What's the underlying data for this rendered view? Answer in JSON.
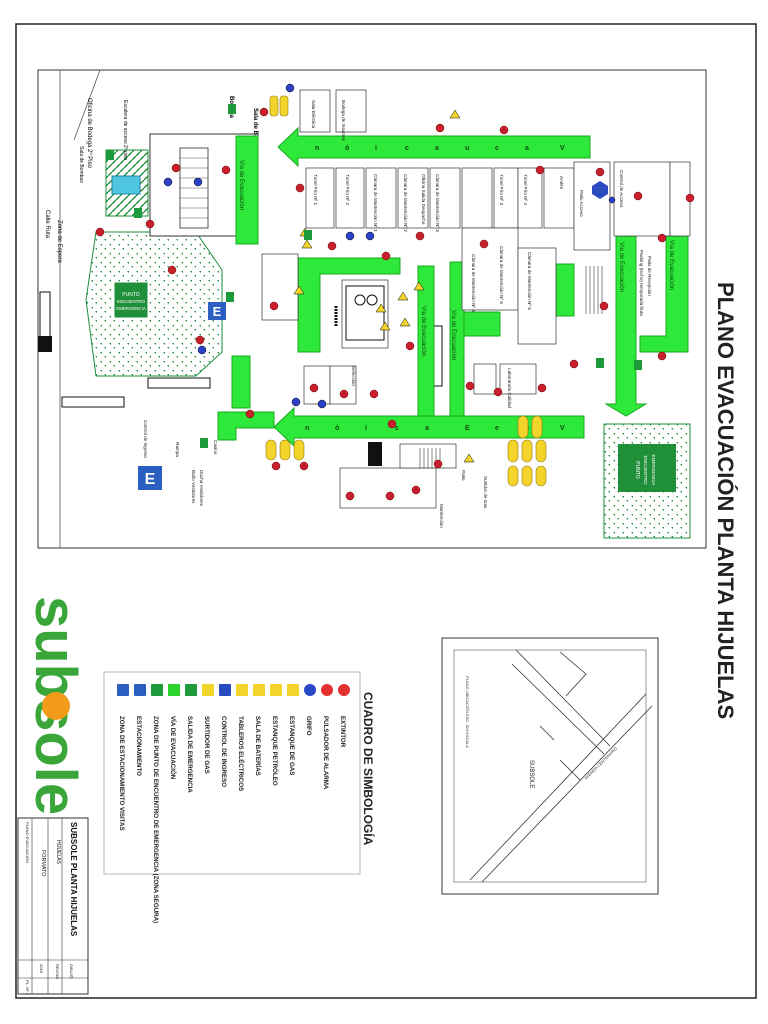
{
  "title": "PLANO EVACUACIÓN PLANTA HIJUELAS",
  "route_label": "Vía de Evacuación",
  "route_letters": [
    "V",
    "í",
    "a",
    "d",
    "e",
    "E",
    "v",
    "a",
    "c",
    "u",
    "a",
    "c",
    "i",
    "ó",
    "n"
  ],
  "meeting_point": {
    "line1": "PUNTO",
    "line2": "ENCUENTRO",
    "line3": "EMERGENCIA"
  },
  "parking_letter": "E",
  "map_labels": {
    "calle": "Calle Ruta",
    "zona_espera": "Zona de Espera",
    "oficina": "Oficina de Bodega 2º Piso",
    "escalera": "Escalera de acceso 2º piso",
    "sala_bombas": "Sala de Bombas",
    "bodega": "Bodega",
    "sala_bateria": "Sala de Batería",
    "bodega_insumos": "Bodega de Insumos",
    "sala_electrico": "Sala Eléctrica",
    "camara1": "Cámara de Mantención Nº 1",
    "camara2": "Cámara de Mantención Nº 2",
    "camara3": "Cámara de Mantención Nº 3",
    "camara4": "Cámara de Mantención Nº 4",
    "camara5": "Cámara de Mantención Nº 5",
    "camara6": "Cámara de Mantención Nº 6",
    "oficina_despacho": "Oficina Salida Despacho",
    "tunel1": "Túnel Frío Nº 1",
    "tunel2": "Túnel Frío Nº 2",
    "tunel3": "Túnel Frío Nº 3",
    "tunel4": "Túnel Frío Nº 4",
    "anden": "Andén",
    "patio_acceso": "Patio Acceso",
    "control": "Control de Acceso",
    "recepcion": "Patio de Recepción",
    "packing": "Packing (techo) temporada fruta",
    "seleccion": "Selección",
    "mantencion": "Mantención",
    "patio": "Patio",
    "surtidor": "Surtidor de Gas",
    "control_ingreso": "Control de Ingreso",
    "casino": "Casino",
    "bano": "Baño Vestidores",
    "ducha": "Ducha Vestidores",
    "lab": "Laboratorio Calidad",
    "ramp": "Rampa"
  },
  "legend": {
    "title": "CUADRO DE SIMBOLOGÍA",
    "items": [
      {
        "label": "EXTINTOR",
        "icon": "extinguisher-icon",
        "color": "#e53030"
      },
      {
        "label": "PULSADOR DE ALARMA",
        "icon": "alarm-button-icon",
        "color": "#e53030"
      },
      {
        "label": "GRIFO",
        "icon": "hydrant-icon",
        "color": "#2848c8"
      },
      {
        "label": "ESTANQUE DE GAS",
        "icon": "gas-tank-icon",
        "color": "#f3d42a"
      },
      {
        "label": "ESTANQUE PETRÓLEO",
        "icon": "oil-tank-icon",
        "color": "#f3d42a"
      },
      {
        "label": "SALA DE BATERÍAS",
        "icon": "battery-room-icon",
        "color": "#f3d42a"
      },
      {
        "label": "TABLEROS ELÉCTRICOS",
        "icon": "electrical-panel-icon",
        "color": "#f3d42a"
      },
      {
        "label": "CONTROL DE INGRESO",
        "icon": "access-control-icon",
        "color": "#2a4bc0"
      },
      {
        "label": "SURTIDOR DE GAS",
        "icon": "gas-pump-icon",
        "color": "#f3d42a"
      },
      {
        "label": "SALIDA DE EMERGENCIA",
        "icon": "emergency-exit-icon",
        "color": "#1d9b3b"
      },
      {
        "label": "VÍA DE EVACUACIÓN",
        "icon": "evacuation-route-icon",
        "color": "#2ad42a"
      },
      {
        "label": "ZONA DE PUNTO DE ENCUENTRO DE EMERGENCIA (ZONA SEGURA)",
        "icon": "meeting-point-icon",
        "color": "#1d9b3b"
      },
      {
        "label": "ESTACIONAMIENTO",
        "icon": "parking-icon",
        "color": "#2a5ec0"
      },
      {
        "label": "ZONA DE ESTACIONAMIENTO VISITAS",
        "icon": "visitor-parking-icon",
        "color": "#2a5ec0"
      }
    ]
  },
  "logo": {
    "text": "subsole"
  },
  "location": {
    "title": "PLANO UBICACIÓN ESC: SIN ESCALA",
    "label": "SUBSOLE",
    "street": "AVENIDA CENTENARIO"
  },
  "title_block": {
    "project": "SUBSOLE PLANTA HIJUELAS",
    "subtitle": "HIJUELAS",
    "format": "FORMATO",
    "drawing": "PLANO EVACUACIÓN",
    "note1": "REVISÓ",
    "note2": "DIBUJÓ",
    "sheet": "PL. Nº 1",
    "date": "2016"
  },
  "colors": {
    "route": "#2ee83a",
    "route_dark": "#1aa823",
    "extinguisher": "#c8202a",
    "hydrant": "#2b3fc8",
    "gas": "#f3d42a",
    "zone": "#1f8f3a",
    "parking": "#2a5ec0"
  }
}
